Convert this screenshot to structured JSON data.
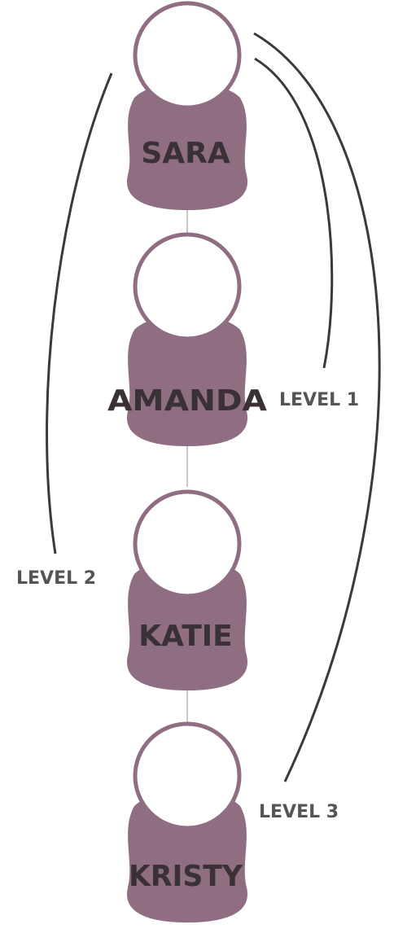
{
  "colors": {
    "body": "#8f6e82",
    "head_stroke": "#8f6e82",
    "head_fill": "#ffffff",
    "connector": "#c8c8c8",
    "arc": "#3a3a3a",
    "name_text": "#3a3137",
    "level_text": "#555555"
  },
  "people": [
    {
      "name": "SARA"
    },
    {
      "name": "AMANDA"
    },
    {
      "name": "KATIE"
    },
    {
      "name": "KRISTY"
    }
  ],
  "levels": [
    {
      "label": "LEVEL 1",
      "from": "SARA",
      "to": "AMANDA"
    },
    {
      "label": "LEVEL 2",
      "from": "SARA",
      "to": "KATIE"
    },
    {
      "label": "LEVEL 3",
      "from": "SARA",
      "to": "KRISTY"
    }
  ]
}
